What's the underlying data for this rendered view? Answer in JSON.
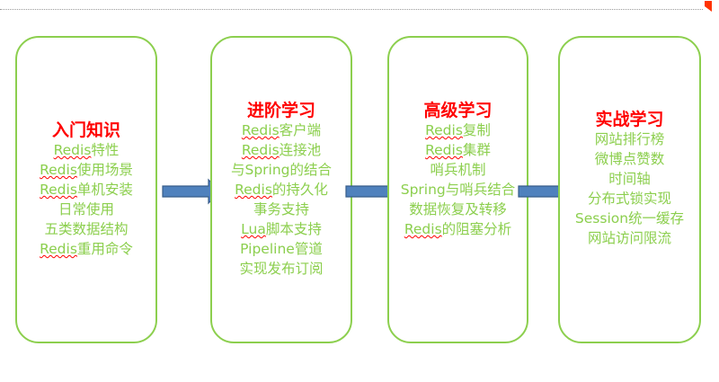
{
  "stages": [
    {
      "title": "入门知识",
      "items": [
        "Redis特性",
        "Redis使用场景",
        "Redis单机安装",
        "日常使用",
        "五类数据结构",
        "Redis重用命令"
      ]
    },
    {
      "title": "进阶学习",
      "items": [
        "Redis客户端",
        "Redis连接池",
        "与Spring的结合",
        "Redis的持久化",
        "事务支持",
        "Lua脚本支持",
        "Pipeline管道",
        "实现发布订阅"
      ]
    },
    {
      "title": "高级学习",
      "items": [
        "Redis复制",
        "Redis集群",
        "哨兵机制",
        "Spring与哨兵结合",
        "数据恢复及转移",
        "Redis的阻塞分析"
      ]
    },
    {
      "title": "实战学习",
      "items": [
        "网站排行榜",
        "微博点赞数",
        "时间轴",
        "分布式锁实现",
        "Session统一缓存",
        "网站访问限流"
      ]
    }
  ],
  "colors": {
    "title": "#ff0000",
    "item": "#8ccf4e",
    "border": "#8ccf4e",
    "arrow_fill": "#4f81bd",
    "arrow_stroke": "#385d8a",
    "spellcheck": "#ff0000"
  }
}
